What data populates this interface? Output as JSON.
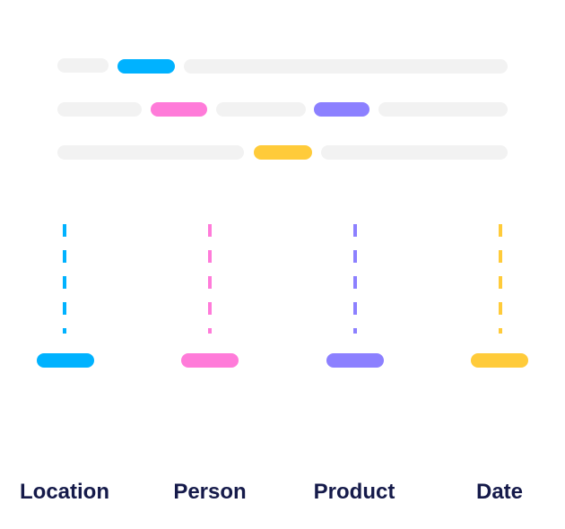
{
  "colors": {
    "location": "#00b2ff",
    "person": "#ff7bd9",
    "product": "#8c80ff",
    "date": "#ffcb3a",
    "placeholder": "#f2f2f2",
    "label_text": "#151a4a"
  },
  "categories": [
    {
      "key": "location",
      "label": "Location"
    },
    {
      "key": "person",
      "label": "Person"
    },
    {
      "key": "product",
      "label": "Product"
    },
    {
      "key": "date",
      "label": "Date"
    }
  ]
}
